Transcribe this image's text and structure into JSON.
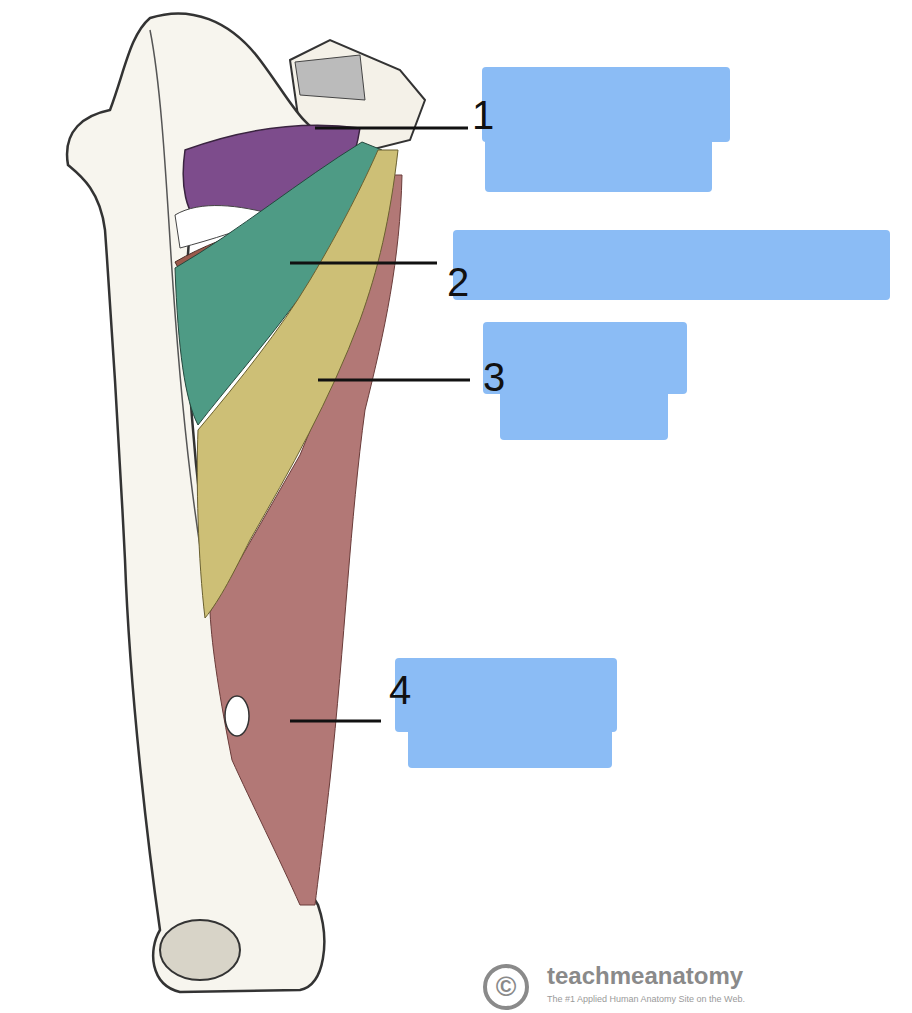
{
  "diagram": {
    "labels": [
      "1",
      "2",
      "3",
      "4",
      "©",
      "teachmeanatomy",
      "The #1 Applied Human Anatomy Site on the Web."
    ]
  }
}
